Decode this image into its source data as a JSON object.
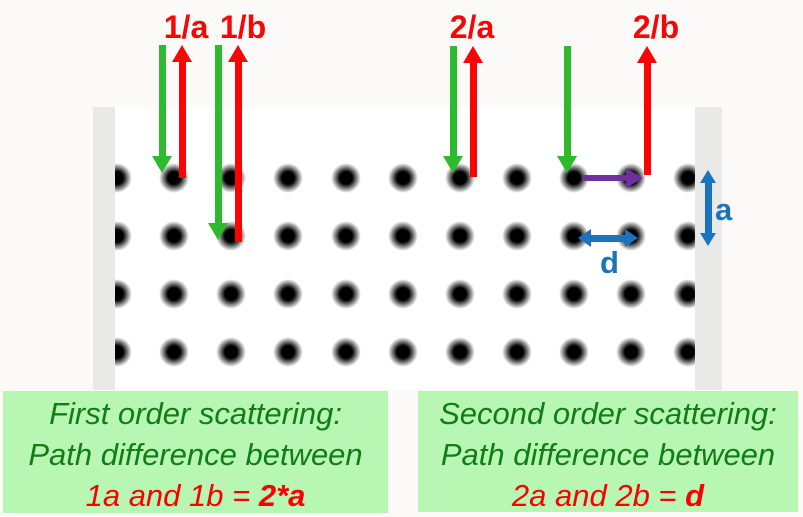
{
  "beams": [
    {
      "id": "1a",
      "label": "1/a",
      "order": "first",
      "type": "incident-scattered-pair"
    },
    {
      "id": "1b",
      "label": "1/b",
      "order": "first",
      "type": "incident-scattered-pair"
    },
    {
      "id": "2a",
      "label": "2/a",
      "order": "second",
      "type": "incident-scattered-pair"
    },
    {
      "id": "2b",
      "label": "2/b",
      "order": "second",
      "type": "incident-scattered-pair"
    }
  ],
  "dimensions": {
    "row_spacing_label": "a",
    "column_spacing_label": "d"
  },
  "captions": {
    "first_order": {
      "line1": "First order scattering:",
      "line2": "Path difference between",
      "result_prefix": "1a and 1b = ",
      "result_value": "2*a"
    },
    "second_order": {
      "line1": "Second order scattering:",
      "line2": "Path difference between",
      "result_prefix": "2a and 2b = ",
      "result_value": "d"
    }
  },
  "colors": {
    "background": "#fbfaf8",
    "crystal_bg": "#ffffff",
    "wall": "#e9e9e8",
    "incident_beam": "#2eba2e",
    "scattered_beam": "#fa0505",
    "beam_label": "#fa0505",
    "path_shift": "#6f2fa0",
    "dimension": "#1b74bb",
    "caption_bg": "#b8f6b3",
    "caption_text": "#117d15",
    "caption_highlight": "#fa0000"
  },
  "lattice": {
    "columns_x": [
      117,
      174,
      231,
      288,
      346,
      403,
      460,
      517,
      574,
      631,
      688
    ],
    "rows_y": [
      178,
      236,
      294,
      352
    ],
    "dot_size": 34
  }
}
